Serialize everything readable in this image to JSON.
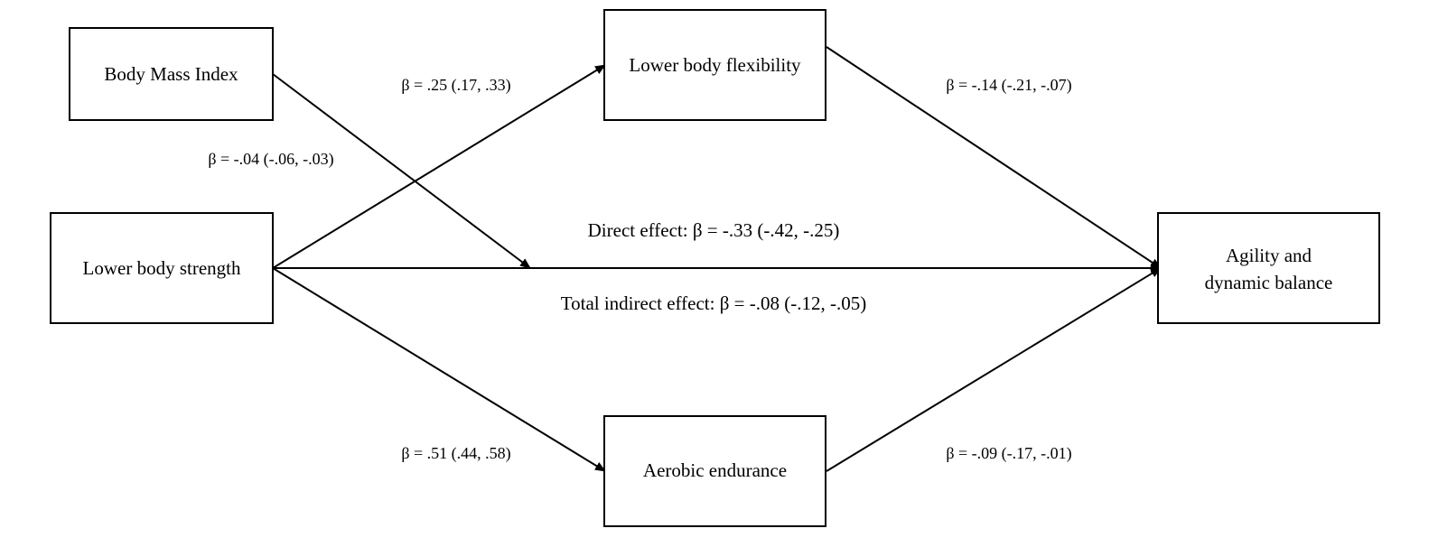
{
  "nodes": {
    "bmi": "Body Mass Index",
    "strength": "Lower body strength",
    "flexibility": "Lower body flexibility",
    "endurance": "Aerobic endurance",
    "agility_line1": "Agility and",
    "agility_line2": "dynamic balance"
  },
  "paths": {
    "strength_to_flexibility": "β = .25 (.17, .33)",
    "bmi_moderation": "β = -.04 (-.06, -.03)",
    "flexibility_to_agility": "β = -.14 (-.21, -.07)",
    "direct_effect": "Direct effect: β = -.33 (-.42, -.25)",
    "total_indirect_effect": "Total indirect effect: β = -.08 (-.12, -.05)",
    "strength_to_endurance": "β = .51 (.44, .58)",
    "endurance_to_agility": "β = -.09 (-.17, -.01)"
  },
  "colors": {
    "line": "#000000",
    "background": "#ffffff"
  }
}
